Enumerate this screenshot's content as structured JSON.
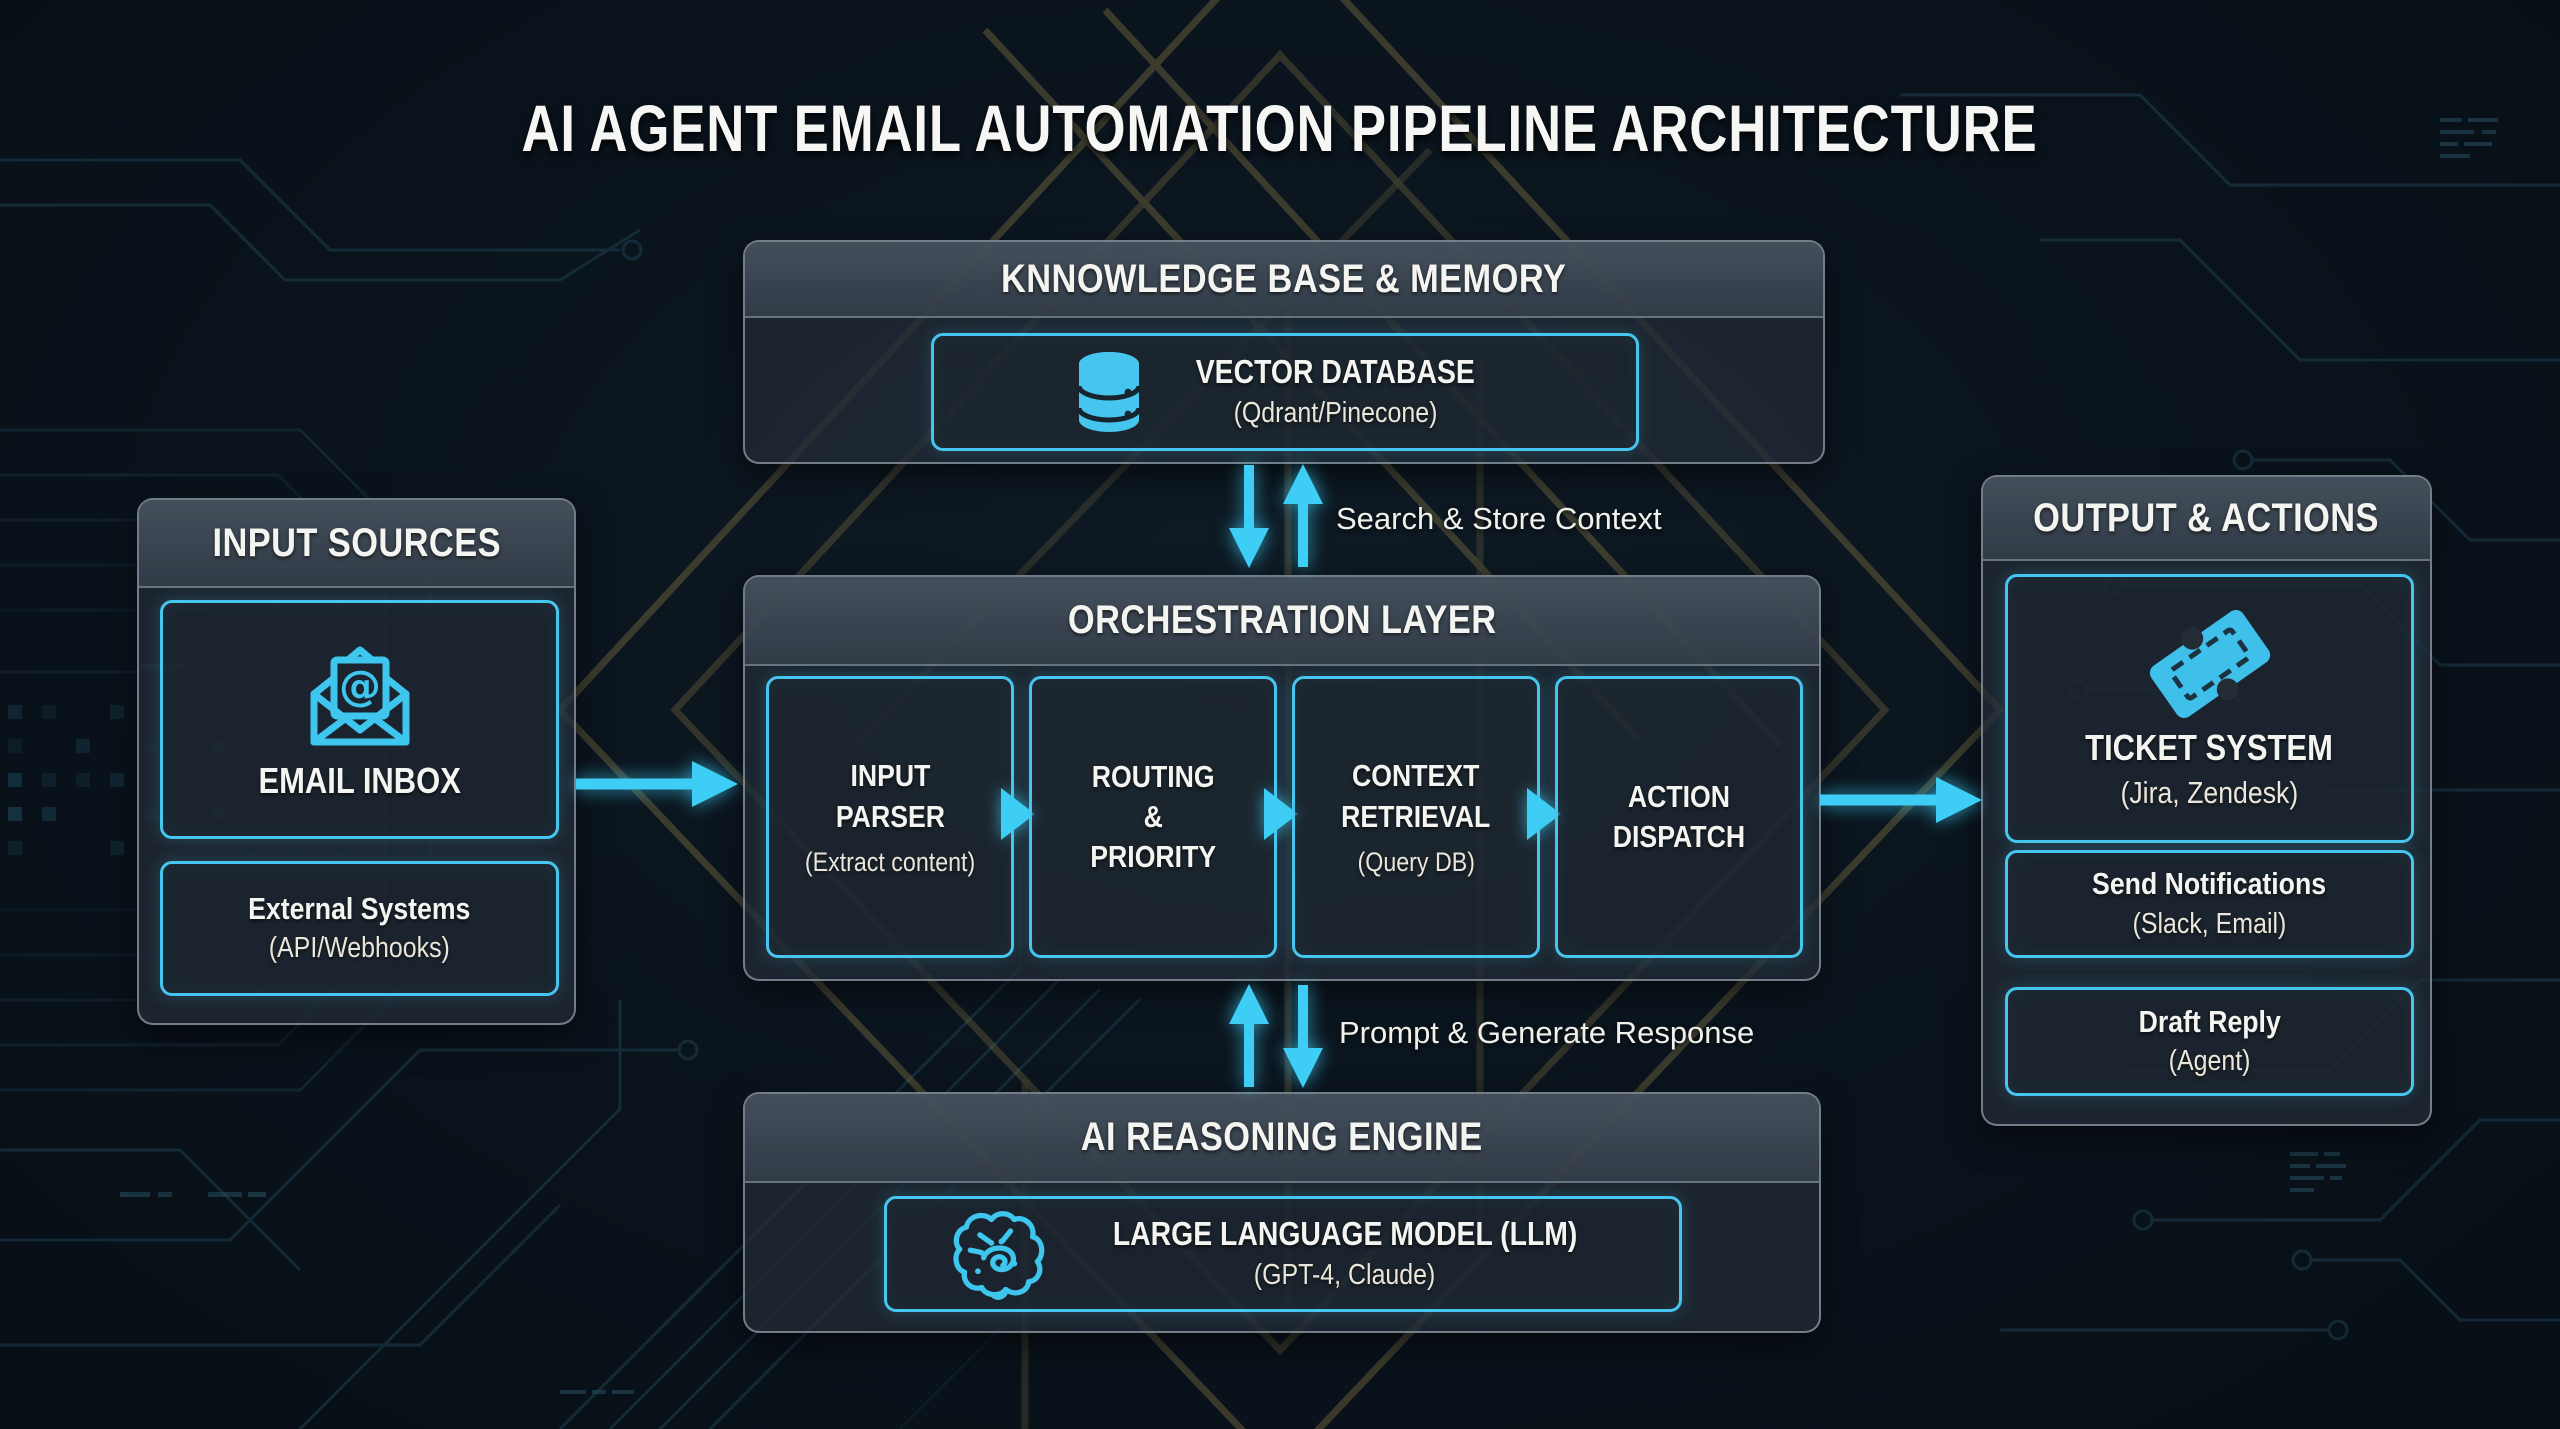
{
  "title": "AI AGENT EMAIL AUTOMATION PIPELINE ARCHITECTURE",
  "colors": {
    "background": "#0a131c",
    "accent_cyan": "#3ecdf4",
    "panel_border": "#96a0ac",
    "gold_wireframe": "#8a7948",
    "text_white": "#f4f4f1",
    "text_cream": "#eae6da"
  },
  "knowledge_base": {
    "header": "KNNOWLEDGE BASE & MEMORY",
    "vector_db": {
      "icon": "database-icon",
      "title": "VECTOR DATABASE",
      "subtitle": "(Qdrant/Pinecone)"
    }
  },
  "input_sources": {
    "header": "INPUT SOURCES",
    "email_inbox": {
      "icon": "email-icon",
      "title": "EMAIL INBOX"
    },
    "external_systems": {
      "title": "External Systems",
      "subtitle": "(API/Webhooks)"
    }
  },
  "orchestration": {
    "header": "ORCHESTRATION LAYER",
    "steps": [
      {
        "title": [
          "INPUT",
          "PARSER"
        ],
        "subtitle": "(Extract content)"
      },
      {
        "title": [
          "ROUTING",
          "&",
          "PRIORITY"
        ]
      },
      {
        "title": [
          "CONTEXT",
          "RETRIEVAL"
        ],
        "subtitle": "(Query DB)"
      },
      {
        "title": [
          "ACTION",
          "DISPATCH"
        ]
      }
    ]
  },
  "reasoning_engine": {
    "header": "AI REASONING ENGINE",
    "llm": {
      "icon": "brain-icon",
      "title": "LARGE LANGUAGE MODEL (LLM)",
      "subtitle": "(GPT-4, Claude)"
    }
  },
  "output_actions": {
    "header": "OUTPUT & ACTIONS",
    "items": [
      {
        "icon": "ticket-icon",
        "title": "TICKET SYSTEM",
        "subtitle": "(Jira, Zendesk)"
      },
      {
        "title": "Send Notifications",
        "subtitle": "(Slack, Email)"
      },
      {
        "title": "Draft Reply",
        "subtitle": "(Agent)"
      }
    ]
  },
  "flow_labels": {
    "search_store": "Search & Store Context",
    "prompt_generate": "Prompt & Generate Response"
  }
}
